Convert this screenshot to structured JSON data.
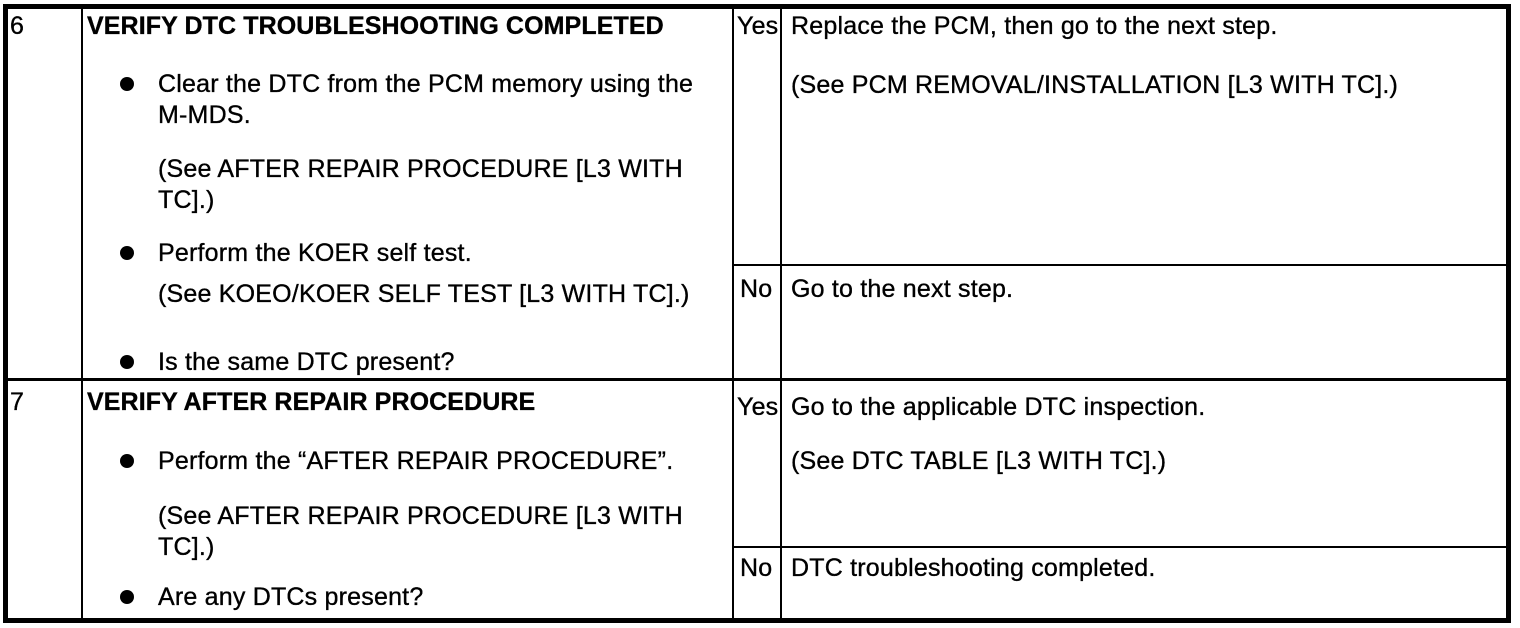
{
  "table": {
    "rows": [
      {
        "step": "6",
        "action": {
          "heading": "VERIFY DTC TROUBLESHOOTING COMPLETED",
          "bullet1_line1": "Clear the DTC from the PCM memory using the",
          "bullet1_line2": "M-MDS.",
          "bullet1_ref_line1": "(See AFTER REPAIR PROCEDURE [L3 WITH",
          "bullet1_ref_line2": "TC].)",
          "bullet2": "Perform the KOER self test.",
          "bullet2_ref": "(See KOEO/KOER SELF TEST [L3 WITH TC].)",
          "bullet3": "Is the same DTC present?"
        },
        "yes": {
          "label": "Yes",
          "line1": "Replace the PCM, then go to the next step.",
          "line2": "(See PCM REMOVAL/INSTALLATION [L3 WITH TC].)"
        },
        "no": {
          "label": "No",
          "line1": "Go to the next step."
        }
      },
      {
        "step": "7",
        "action": {
          "heading": "VERIFY AFTER REPAIR PROCEDURE",
          "bullet1": "Perform the “AFTER REPAIR PROCEDURE”.",
          "bullet1_ref_line1": "(See AFTER REPAIR PROCEDURE [L3 WITH",
          "bullet1_ref_line2": "TC].)",
          "bullet2": "Are any DTCs present?"
        },
        "yes": {
          "label": "Yes",
          "line1": "Go to the applicable DTC inspection.",
          "line2": "(See DTC TABLE [L3 WITH TC].)"
        },
        "no": {
          "label": "No",
          "line1": "DTC troubleshooting completed."
        }
      }
    ]
  }
}
